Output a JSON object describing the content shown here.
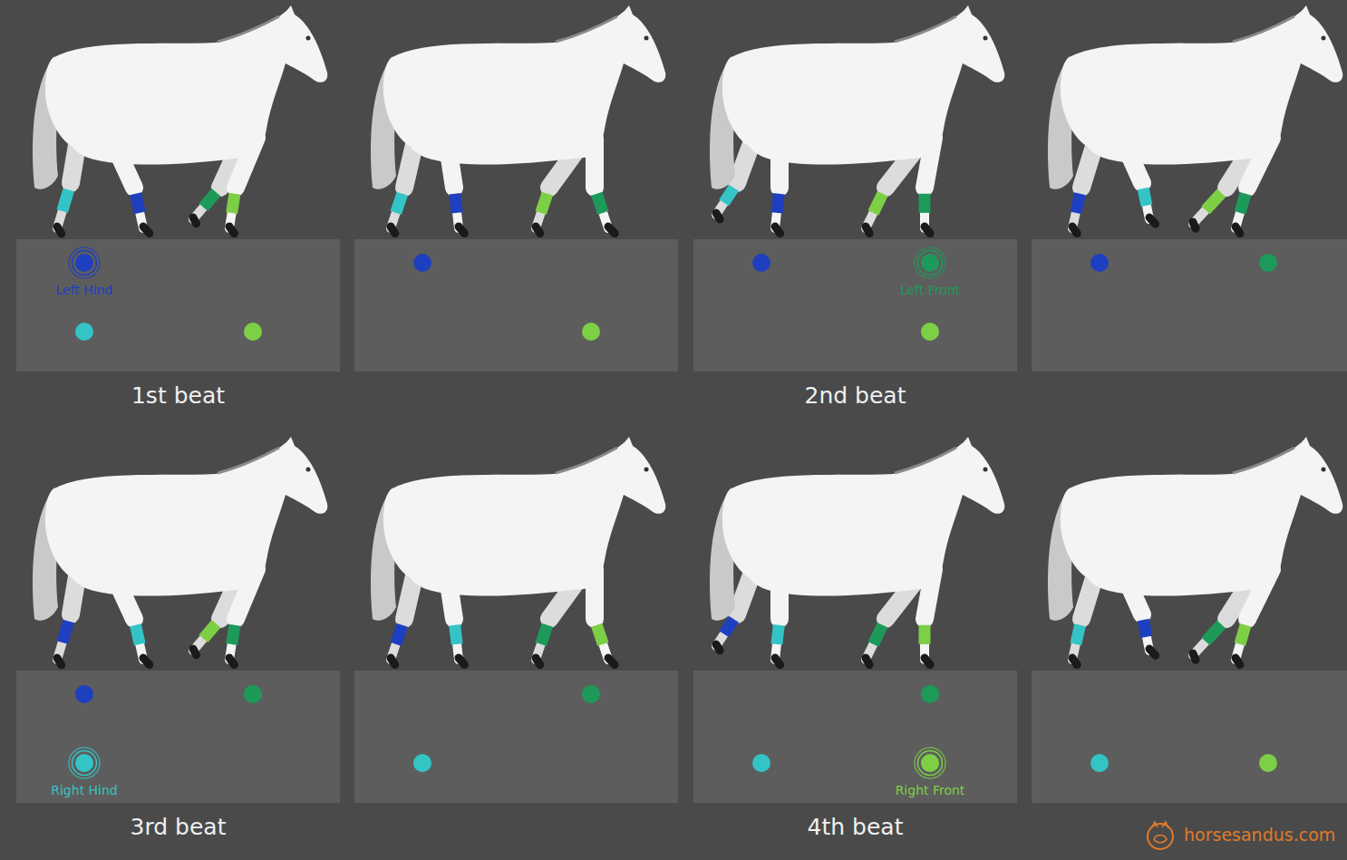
{
  "diagram": {
    "nodes": [
      {
        "text": [
          "Left Hind"
        ]
      },
      {
        "text": [
          "Left Front"
        ]
      },
      {
        "text": [
          "Right Hind"
        ]
      },
      {
        "text": [
          "Right Front"
        ]
      }
    ],
    "labels": [
      "1st beat",
      "2nd beat",
      "3rd beat",
      "4th beat",
      "horsesandus.com"
    ]
  }
}
